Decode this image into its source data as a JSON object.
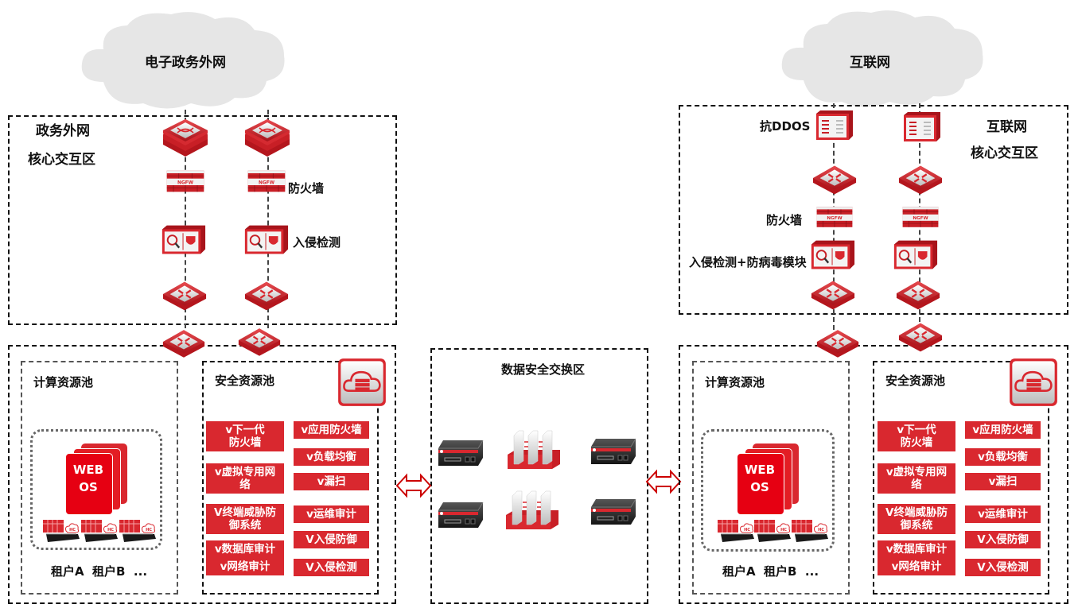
{
  "clouds": {
    "left": "电子政务外网",
    "right": "互联网"
  },
  "left_core": {
    "title_line1": "政务外网",
    "title_line2": "核心交互区",
    "firewall_label": "防火墙",
    "ids_label": "入侵检测"
  },
  "right_core": {
    "title_line1": "互联网",
    "title_line2": "核心交互区",
    "ddos_label": "抗DDOS",
    "firewall_label": "防火墙",
    "ids_label": "入侵检测+防病毒模块"
  },
  "left_pool": {
    "compute_title": "计算资源池",
    "web_line1": "WEB",
    "web_line2": "OS",
    "tenants": "租户A  租户B  ...",
    "security_title": "安全资源池",
    "left_items": [
      "v下一代\n防火墙",
      "v虚拟专用网\n络",
      "V终端威胁防\n御系统",
      "v数据库审计",
      "v网络审计"
    ],
    "right_items": [
      "v应用防火墙",
      "v负载均衡",
      "v漏扫",
      "v运维审计",
      "V入侵防御",
      "V入侵检测"
    ]
  },
  "right_pool": {
    "compute_title": "计算资源池",
    "web_line1": "WEB",
    "web_line2": "OS",
    "tenants": "租户A  租户B  ...",
    "security_title": "安全资源池",
    "left_items": [
      "v下一代\n防火墙",
      "v虚拟专用网\n络",
      "V终端威胁防\n御系统",
      "v数据库审计",
      "v网络审计"
    ],
    "right_items": [
      "v应用防火墙",
      "v负载均衡",
      "v漏扫",
      "v运维审计",
      "V入侵防御",
      "V入侵检测"
    ]
  },
  "exchange": {
    "title": "数据安全交换区"
  },
  "device_badges": {
    "ngfw": "NGFW",
    "hc": "HC"
  },
  "colors": {
    "accent_red": "#d9282f",
    "cloud_gray": "#e6e6e6",
    "border": "#111111"
  }
}
